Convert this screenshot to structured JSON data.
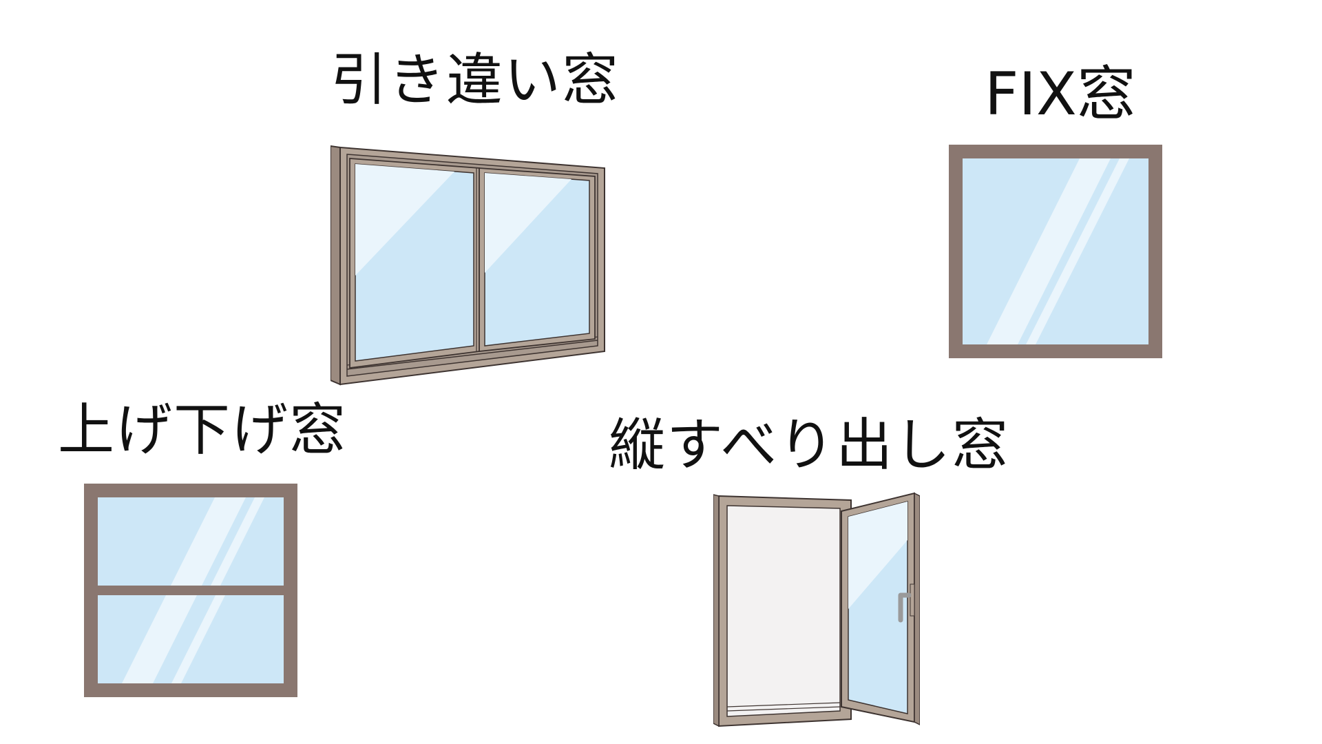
{
  "windows": {
    "sliding": {
      "label": "引き違い窓",
      "icon": "sliding-window-icon"
    },
    "fix": {
      "label": "FIX窓",
      "icon": "fixed-window-icon"
    },
    "double_hung": {
      "label": "上げ下げ窓",
      "icon": "double-hung-window-icon"
    },
    "casement": {
      "label": "縦すべり出し窓",
      "icon": "casement-window-icon"
    }
  },
  "colors": {
    "frame_brown": "#8a7770",
    "frame_beige": "#b4a598",
    "glass_blue": "#cde7f7",
    "glass_highlight": "#eaf5fc",
    "interior_white": "#f3f2f2",
    "outline": "#3d3330",
    "handle_gray": "#9a9a9a"
  }
}
